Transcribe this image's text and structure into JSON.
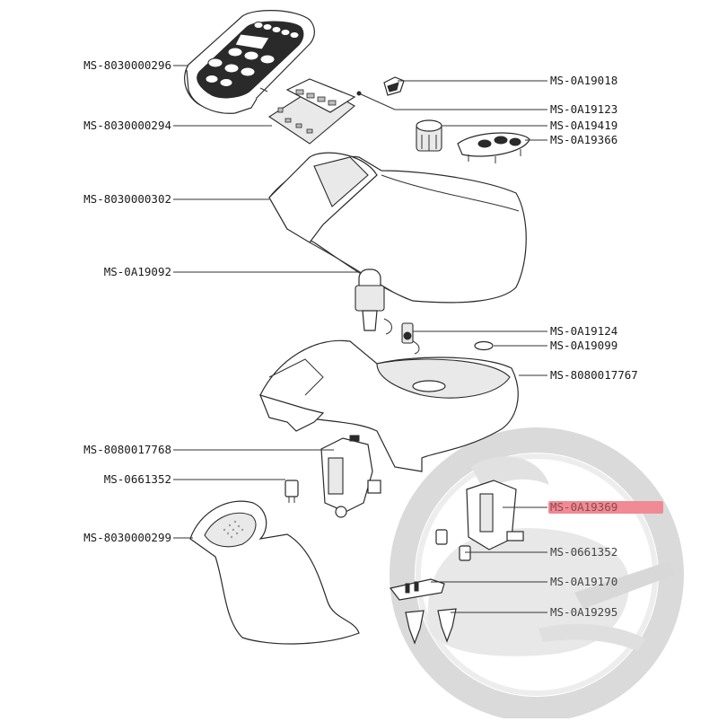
{
  "diagram": {
    "labels_left": [
      {
        "id": "l1",
        "text": "MS-8030000296"
      },
      {
        "id": "l2",
        "text": "MS-8030000294"
      },
      {
        "id": "l3",
        "text": "MS-8030000302"
      },
      {
        "id": "l4",
        "text": "MS-0A19092"
      },
      {
        "id": "l5",
        "text": "MS-8080017768"
      },
      {
        "id": "l6",
        "text": "MS-0661352"
      },
      {
        "id": "l7",
        "text": "MS-8030000299"
      }
    ],
    "labels_right": [
      {
        "id": "r1",
        "text": "MS-0A19018"
      },
      {
        "id": "r2",
        "text": "MS-0A19123"
      },
      {
        "id": "r3",
        "text": "MS-0A19419"
      },
      {
        "id": "r4",
        "text": "MS-0A19366"
      },
      {
        "id": "r5",
        "text": "MS-0A19124"
      },
      {
        "id": "r6",
        "text": "MS-0A19099"
      },
      {
        "id": "r7",
        "text": "MS-8080017767"
      },
      {
        "id": "r8",
        "text": "MS-0A19369"
      },
      {
        "id": "r9",
        "text": "MS-0661352"
      },
      {
        "id": "r10",
        "text": "MS-0A19170"
      },
      {
        "id": "r11",
        "text": "MS-0A19295"
      }
    ],
    "highlighted": "MS-0A19369",
    "colors": {
      "line": "#2a2a2a",
      "highlight": "#f08a94",
      "watermark": "#d9d9d9"
    }
  }
}
